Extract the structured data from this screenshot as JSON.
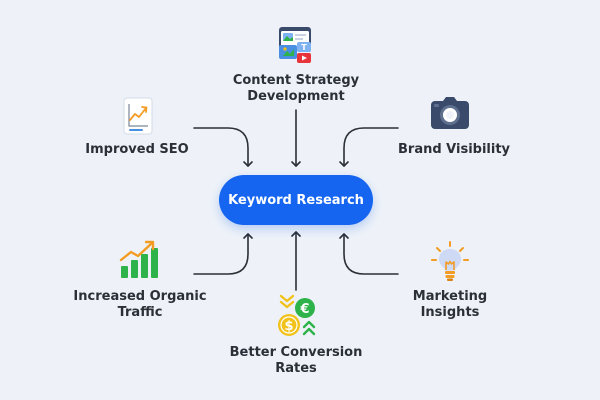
{
  "center": {
    "label": "Keyword Research",
    "color": "#1565f0"
  },
  "nodes": {
    "content_strategy": {
      "line1": "Content Strategy",
      "line2": "Development",
      "icon": "content-media-icon"
    },
    "improved_seo": {
      "label": "Improved SEO",
      "icon": "seo-chart-icon"
    },
    "brand_visibility": {
      "label": "Brand Visibility",
      "icon": "camera-icon"
    },
    "organic_traffic": {
      "line1": "Increased Organic",
      "line2": "Traffic",
      "icon": "growth-bars-icon"
    },
    "conversion_rates": {
      "line1": "Better Conversion",
      "line2": "Rates",
      "icon": "currency-exchange-icon"
    },
    "marketing_insights": {
      "line1": "Marketing",
      "line2": "Insights",
      "icon": "lightbulb-icon"
    }
  },
  "colors": {
    "background": "#eef2f8",
    "text": "#2a2f38",
    "arrow": "#2a2f38",
    "accent_blue": "#1565f0",
    "green": "#2db34a",
    "yellow": "#f2c21b",
    "orange": "#f39c24"
  }
}
